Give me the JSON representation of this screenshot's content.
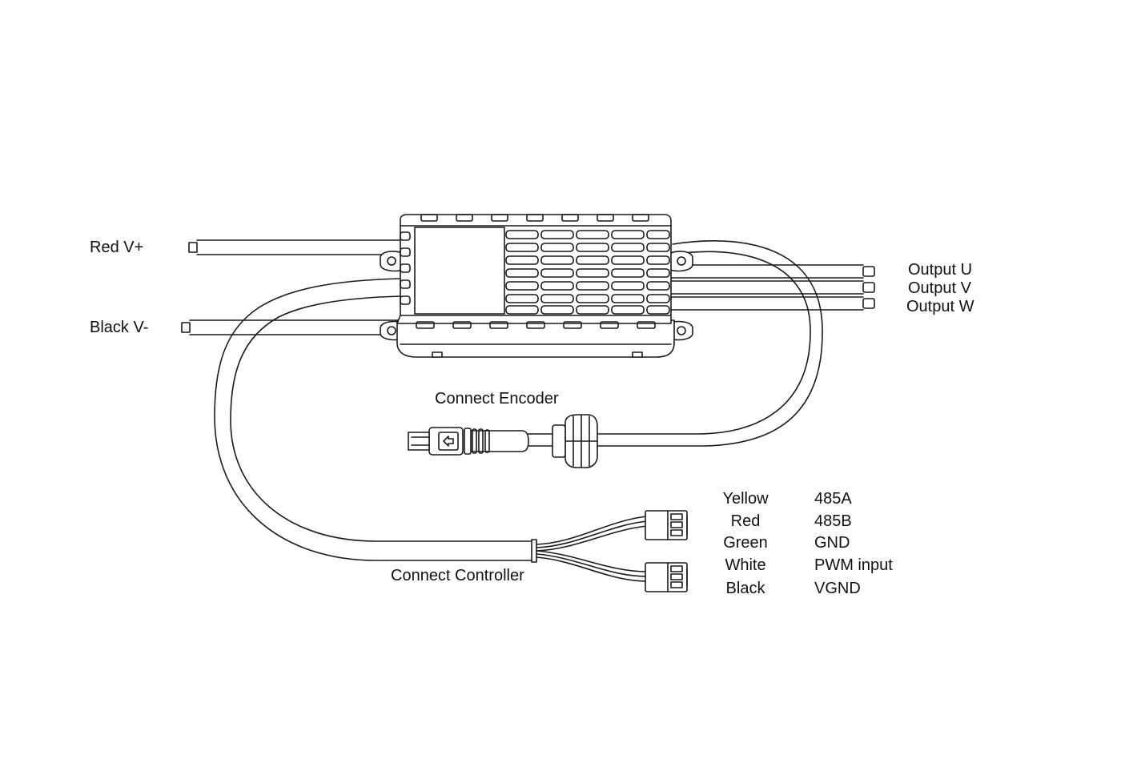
{
  "labels": {
    "red_v_plus": "Red V+",
    "black_v_minus": "Black V-",
    "output_u": "Output U",
    "output_v": "Output V",
    "output_w": "Output W",
    "connect_encoder": "Connect Encoder",
    "connect_controller": "Connect Controller"
  },
  "wire_table": [
    {
      "color": "Yellow",
      "signal": "485A"
    },
    {
      "color": "Red",
      "signal": "485B"
    },
    {
      "color": "Green",
      "signal": "GND"
    },
    {
      "color": "White",
      "signal": "PWM input"
    },
    {
      "color": "Black",
      "signal": "VGND"
    }
  ],
  "style": {
    "line_color": "#1a1a1a",
    "background": "#ffffff"
  }
}
